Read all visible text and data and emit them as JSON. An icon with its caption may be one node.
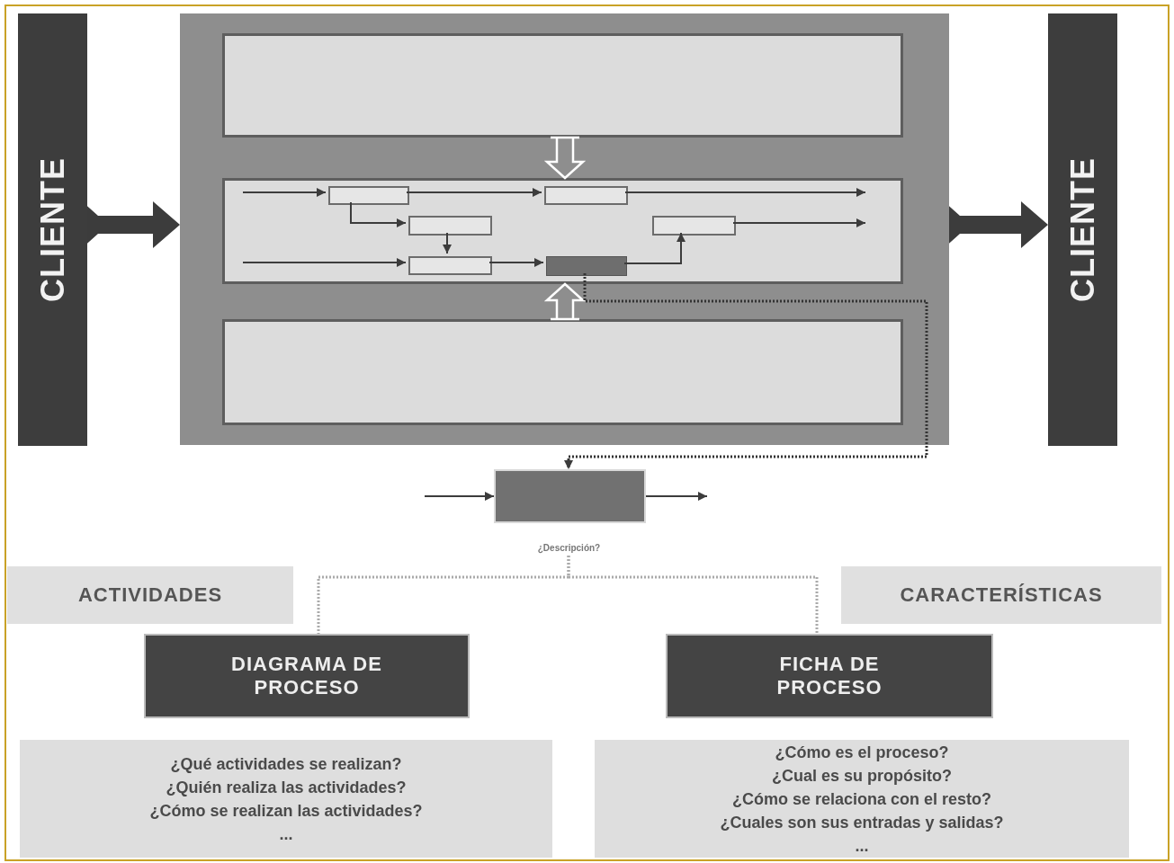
{
  "diagram": {
    "nodes": [
      {
        "text": [
          "CLIENTE"
        ]
      },
      {
        "text": [],
        "shape": "box"
      },
      {
        "text": [],
        "shape": "box",
        "in": 1
      },
      {
        "text": [],
        "shape": "box",
        "in": 1
      },
      {
        "text": [],
        "shape": "box",
        "in": 1
      },
      {
        "text": [
          "CLIENTE"
        ]
      },
      {
        "text": [],
        "shape": "box",
        "in": 3
      },
      {
        "text": [],
        "shape": "box",
        "in": 3
      },
      {
        "text": [],
        "shape": "box",
        "in": 3
      },
      {
        "text": [],
        "shape": "box",
        "in": 3
      },
      {
        "text": [],
        "shape": "box",
        "in": 3
      },
      {
        "text": [],
        "shape": "box",
        "in": 3
      },
      {
        "text": [],
        "shape": "box"
      },
      {
        "text": [
          "¿Descripción?"
        ]
      },
      {
        "text": [
          "ACTIVIDADES"
        ]
      },
      {
        "text": [
          "CARACTERÍSTICAS"
        ]
      },
      {
        "text": [
          "DIAGRAMA DE PROCESO"
        ]
      },
      {
        "text": [
          "FICHA DE PROCESO"
        ]
      },
      {
        "text": [
          "¿Qué actividades se realizan?",
          "¿Quién realiza las actividades?",
          "¿Cómo se realizan las actividades?",
          "..."
        ]
      },
      {
        "text": [
          "¿Cómo es el proceso?",
          "¿Cual es su propósito?",
          "¿Cómo se relaciona con el resto?",
          "¿Cuales son sus entradas y salidas?",
          "..."
        ]
      }
    ],
    "edges": [
      {
        "from": 0,
        "to": 1,
        "arrow": "to",
        "style": "thick"
      },
      {
        "from": 1,
        "to": 5,
        "arrow": "to",
        "style": "thick"
      },
      {
        "from": 2,
        "to": 3,
        "arrow": "to",
        "style": "thick",
        "color": "#ffffff"
      },
      {
        "from": 4,
        "to": 3,
        "arrow": "to",
        "style": "thick",
        "color": "#ffffff"
      },
      {
        "from": null,
        "to": 6,
        "arrow": "to"
      },
      {
        "from": 6,
        "to": 7,
        "arrow": "to"
      },
      {
        "from": 7,
        "to": null,
        "arrow": "to"
      },
      {
        "from": 6,
        "to": 8,
        "arrow": "to"
      },
      {
        "from": 8,
        "to": 10,
        "arrow": "to"
      },
      {
        "from": null,
        "to": 10,
        "arrow": "to"
      },
      {
        "from": 10,
        "to": 11,
        "arrow": "to"
      },
      {
        "from": 11,
        "to": 9,
        "arrow": "to"
      },
      {
        "from": 9,
        "to": null,
        "arrow": "to"
      },
      {
        "from": 11,
        "to": 12,
        "arrow": "to",
        "style": "dashed"
      },
      {
        "from": null,
        "to": 12,
        "arrow": "to"
      },
      {
        "from": 12,
        "to": null,
        "arrow": "to"
      },
      {
        "from": 13,
        "to": 16,
        "arrow": "none",
        "style": "dashed",
        "color": "#aaaaaa"
      },
      {
        "from": 13,
        "to": 17,
        "arrow": "none",
        "style": "dashed",
        "color": "#aaaaaa"
      }
    ]
  }
}
